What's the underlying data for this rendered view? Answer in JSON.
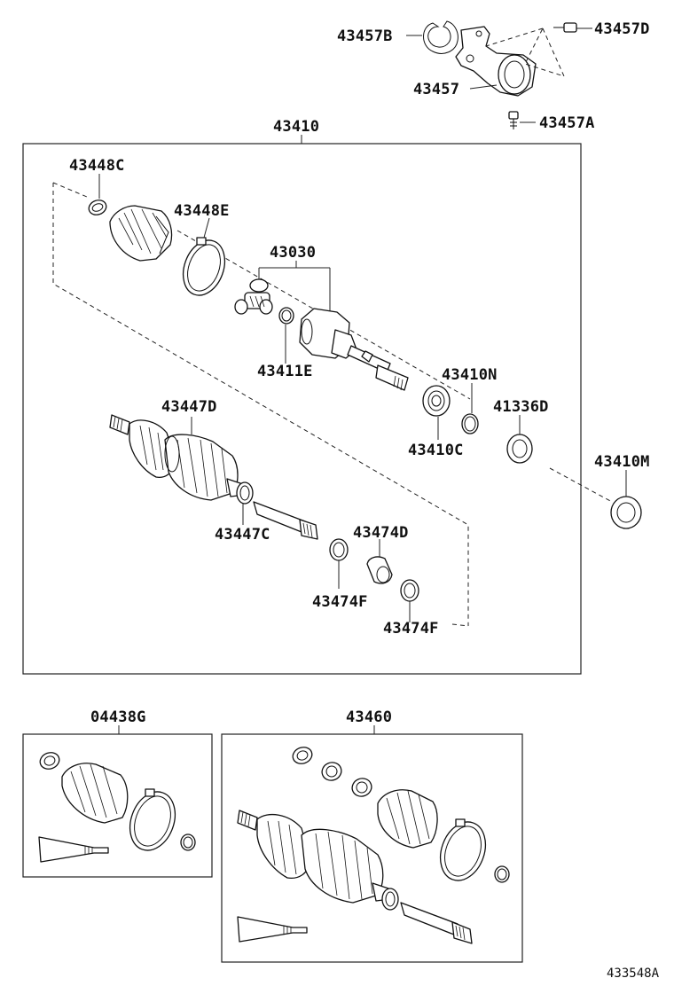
{
  "labels": {
    "p43457B": "43457B",
    "p43457D": "43457D",
    "p43457": "43457",
    "p43457A": "43457A",
    "p43410": "43410",
    "p43448C": "43448C",
    "p43448E": "43448E",
    "p43030": "43030",
    "p43411E": "43411E",
    "p43410N": "43410N",
    "p41336D": "41336D",
    "p43447D": "43447D",
    "p43410C": "43410C",
    "p43410M": "43410M",
    "p43447C": "43447C",
    "p43474D": "43474D",
    "p43474F_a": "43474F",
    "p43474F_b": "43474F",
    "p04438G": "04438G",
    "p43460": "43460",
    "figure_id": "433548A"
  }
}
